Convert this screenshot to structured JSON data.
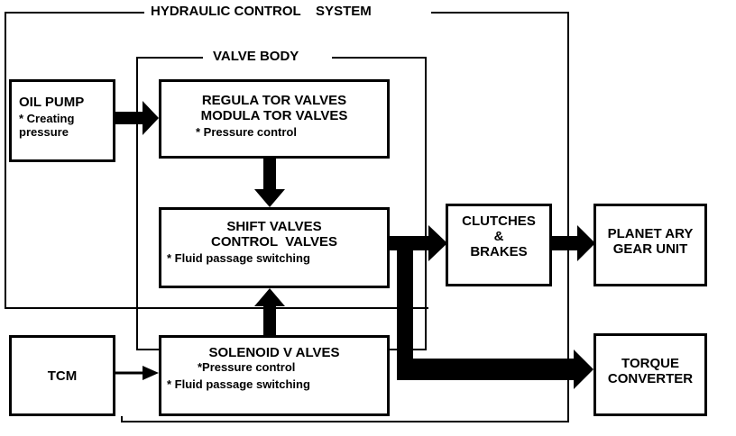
{
  "system_label": "HYDRAULIC CONTROL    SYSTEM",
  "valve_body_label": "VALVE BODY",
  "oil_pump": {
    "title": "OIL PUMP",
    "note1": "* Creating",
    "note2": "pressure"
  },
  "regulator": {
    "line1": "REGULA TOR VALVES",
    "line2": "MODULA TOR VALVES",
    "note": "* Pressure control"
  },
  "shift": {
    "line1": "SHIFT VALVES",
    "line2": "CONTROL  VALVES",
    "note": "* Fluid passage switching"
  },
  "solenoid": {
    "line1": "SOLENOID V ALVES",
    "note1": "*Pressure control",
    "note2": "* Fluid passage switching"
  },
  "tcm": {
    "title": "TCM"
  },
  "clutches": {
    "line1": "CLUTCHES",
    "line2": "&",
    "line3": "BRAKES"
  },
  "planetary": {
    "line1": "PLANET ARY",
    "line2": "GEAR UNIT"
  },
  "torque": {
    "line1": "TORQUE",
    "line2": "CONVERTER"
  },
  "colors": {
    "line": "#000000",
    "background": "#ffffff"
  }
}
